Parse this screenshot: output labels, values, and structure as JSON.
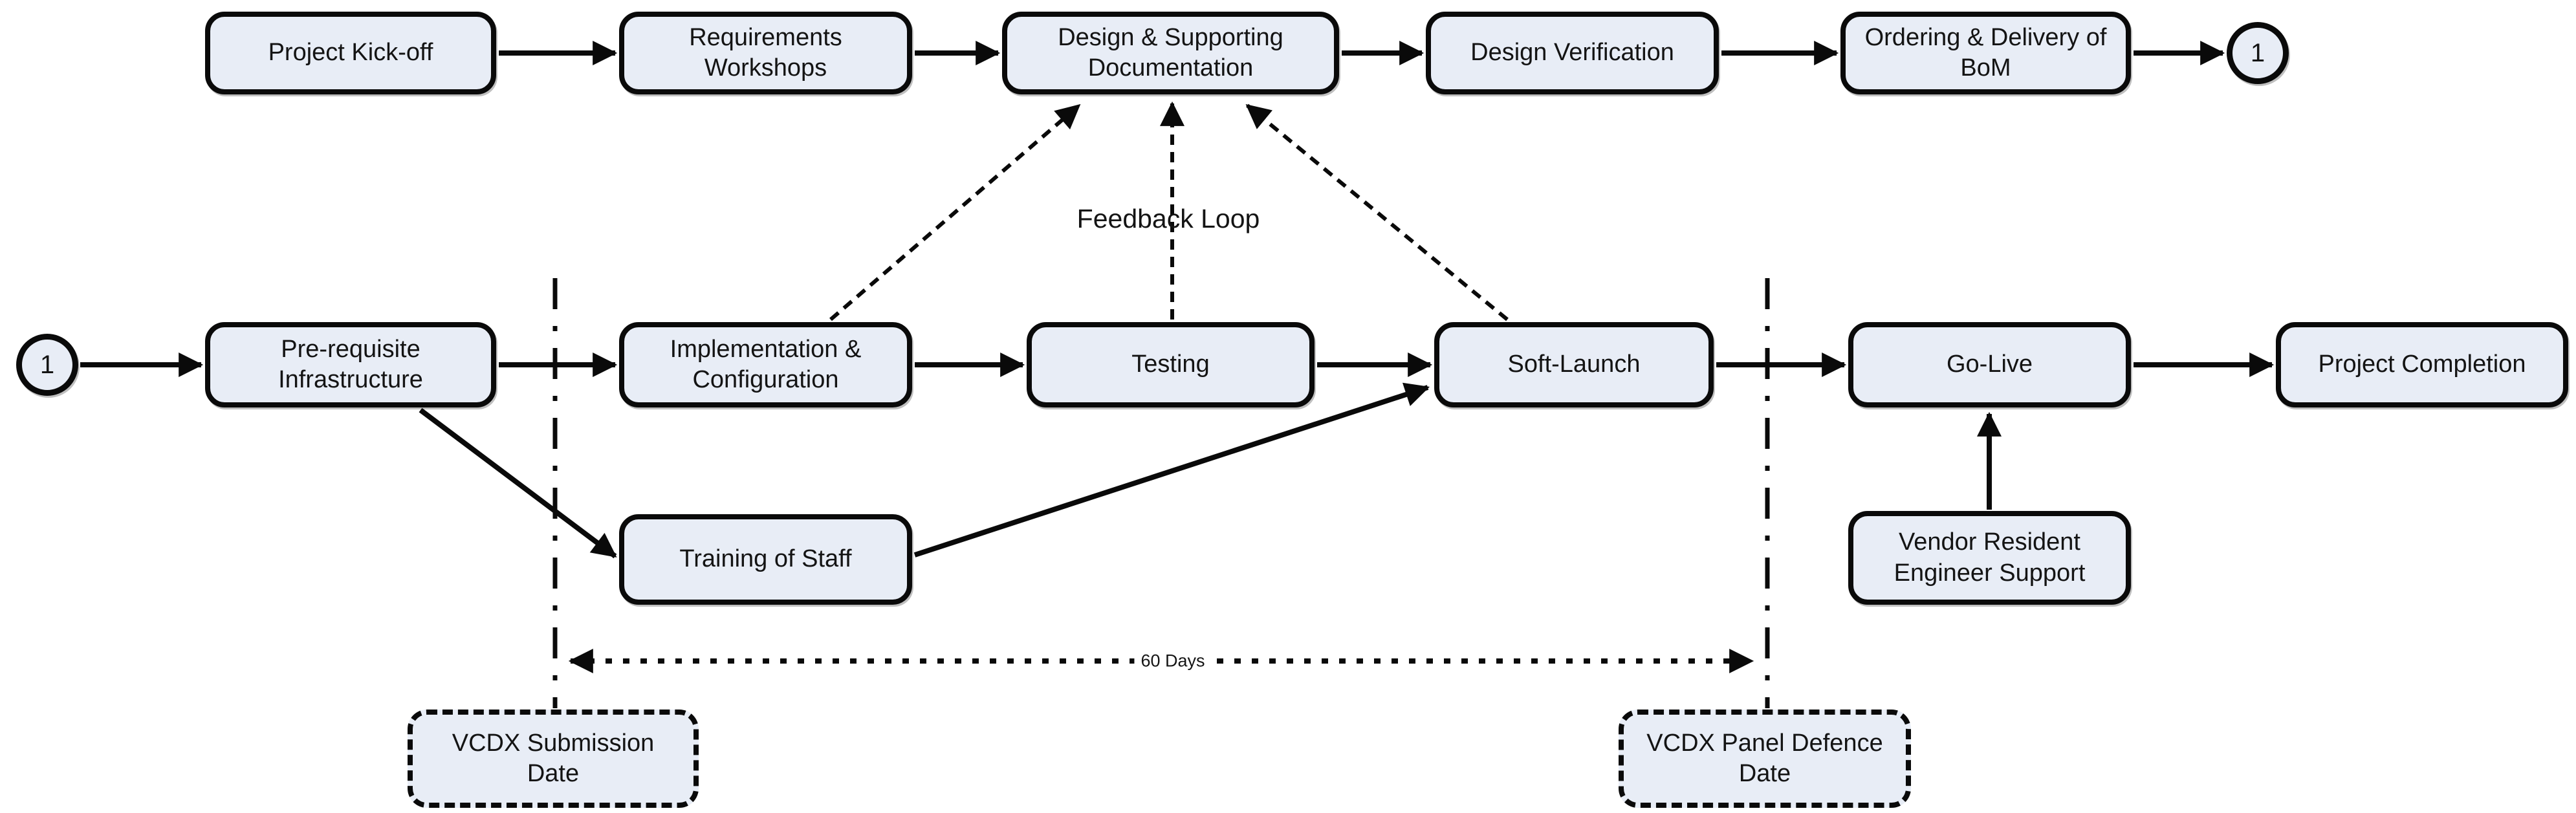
{
  "diagram": {
    "nodes": {
      "project_kickoff": "Project Kick-off",
      "requirements_workshops": "Requirements Workshops",
      "design_documentation": "Design & Supporting Documentation",
      "design_verification": "Design Verification",
      "ordering_bom": "Ordering & Delivery of BoM",
      "prerequisite_infrastructure": "Pre-requisite Infrastructure",
      "implementation_configuration": "Implementation & Configuration",
      "testing": "Testing",
      "soft_launch": "Soft-Launch",
      "go_live": "Go-Live",
      "project_completion": "Project Completion",
      "training_staff": "Training of Staff",
      "vendor_support": "Vendor Resident Engineer Support",
      "vcdx_submission": "VCDX Submission Date",
      "vcdx_defence": "VCDX Panel Defence Date"
    },
    "connectors": {
      "page_connector_top": "1",
      "page_connector_left": "1"
    },
    "labels": {
      "feedback_loop": "Feedback Loop",
      "duration": "60 Days"
    },
    "colors": {
      "node_fill": "#E8EDF6",
      "stroke": "#0a0a0a",
      "background": "#ffffff"
    }
  }
}
